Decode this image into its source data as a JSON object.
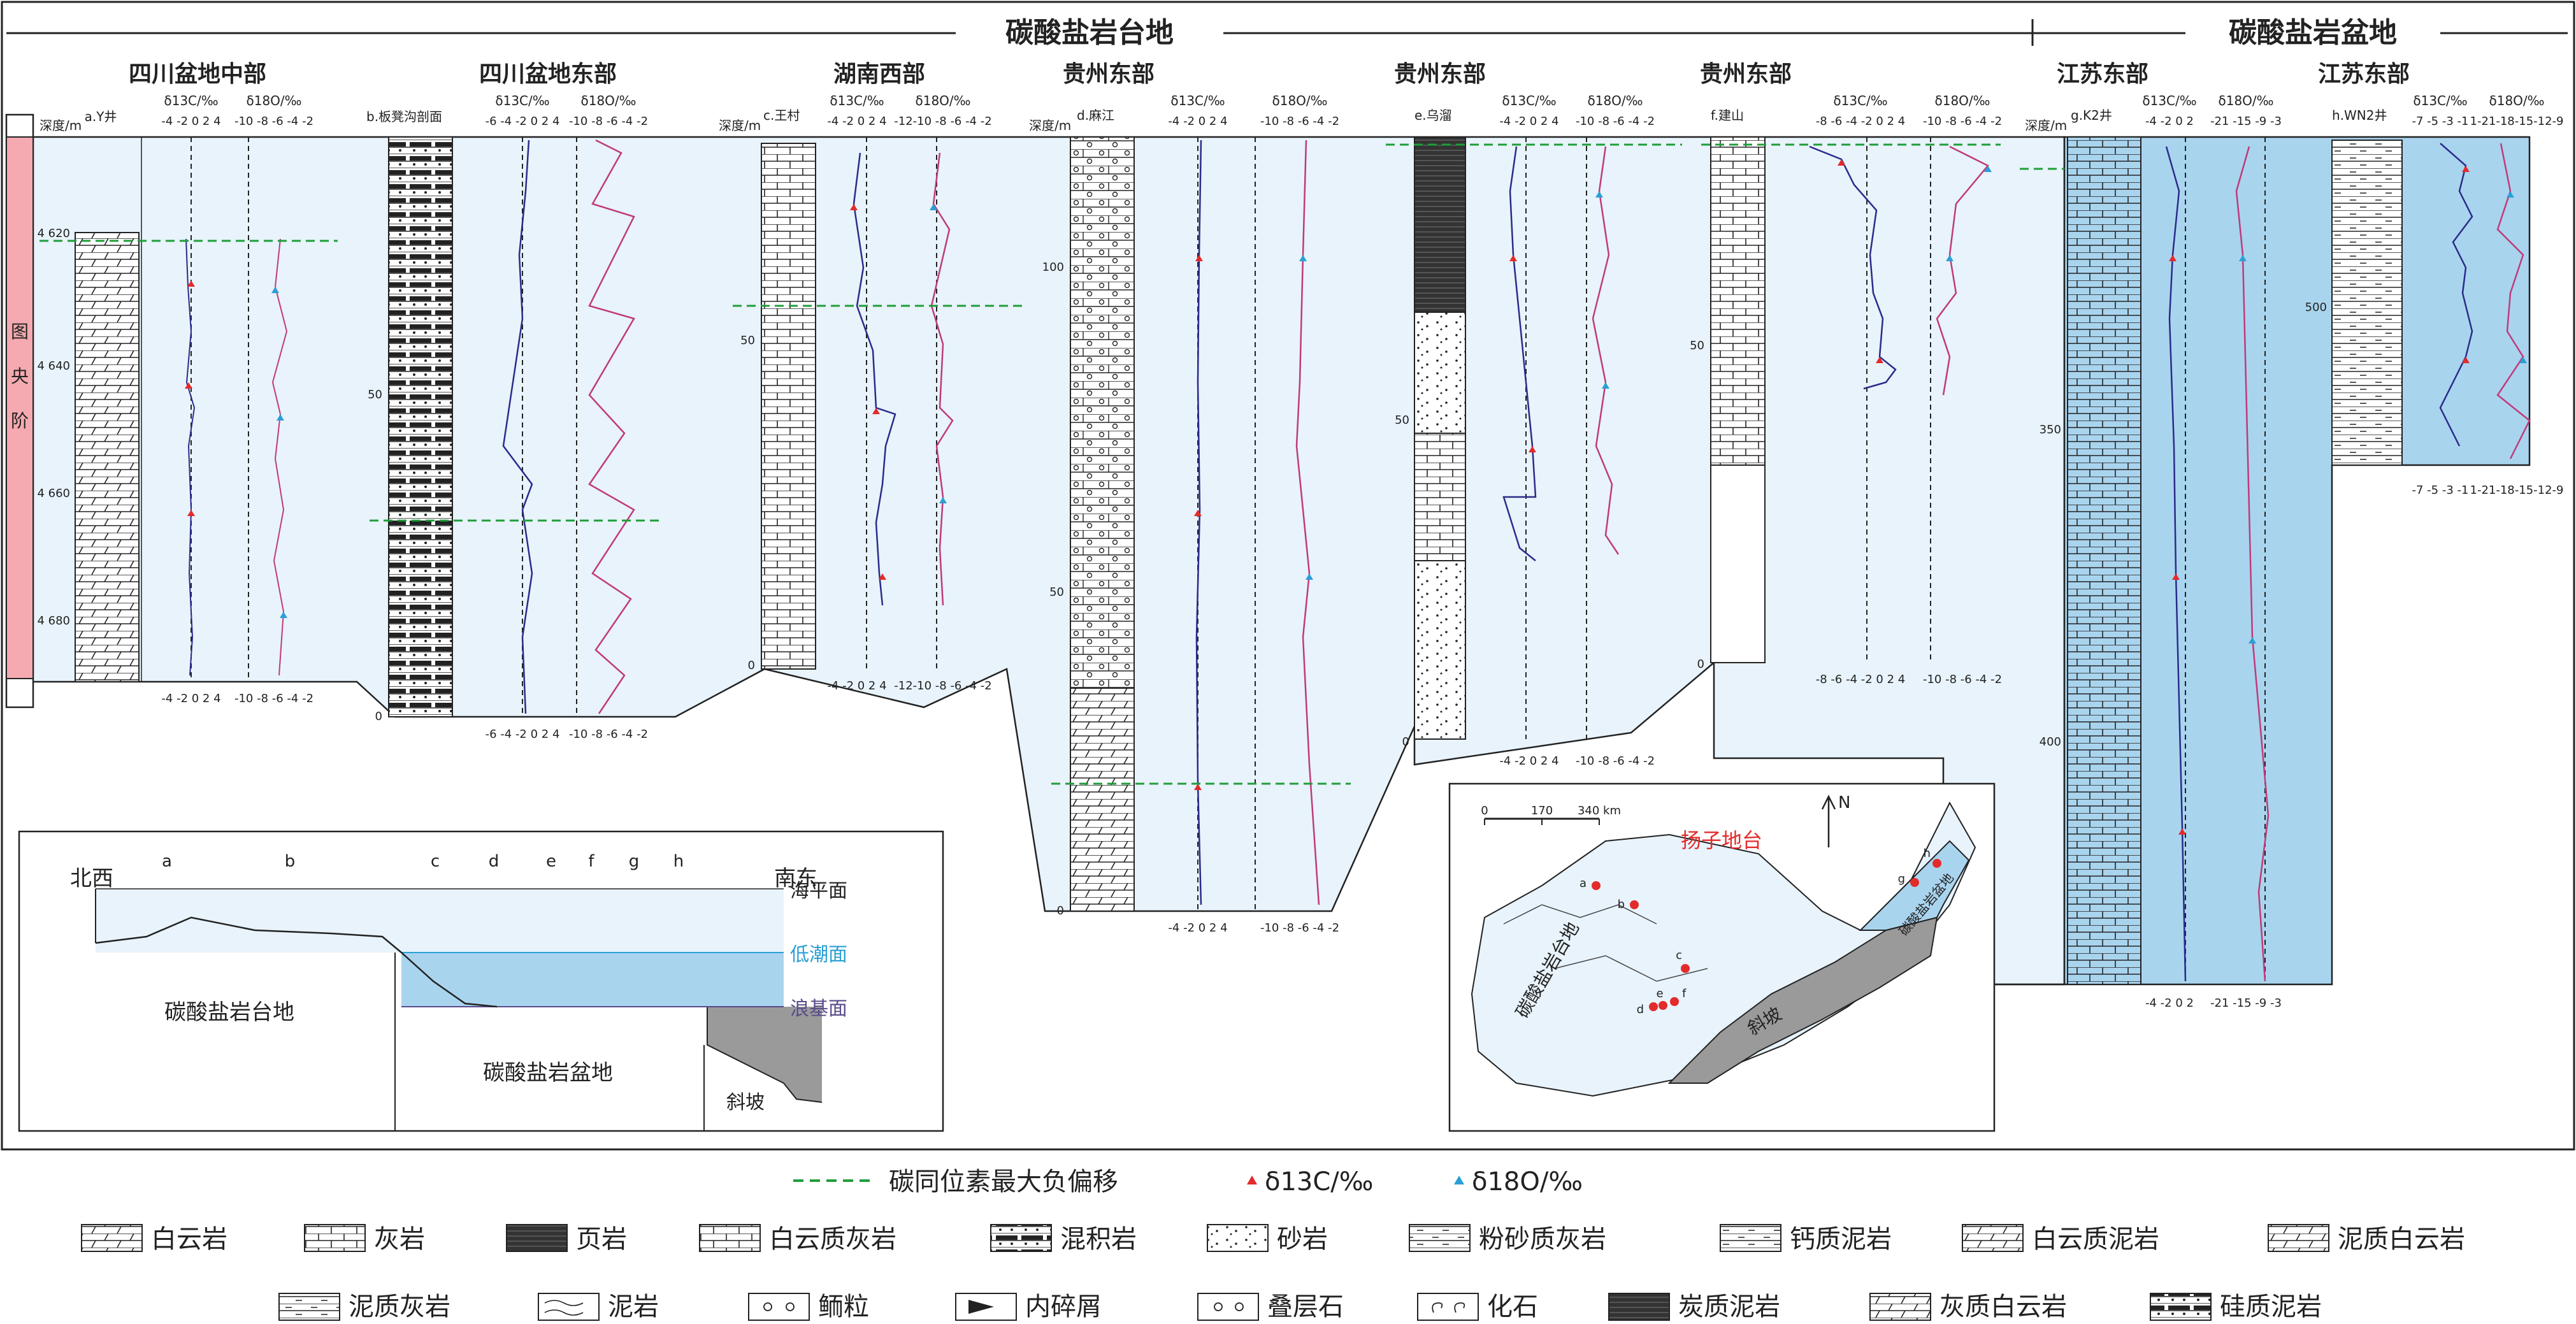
{
  "top_headers": {
    "platform": "碳酸盐岩台地",
    "basin": "碳酸盐岩盆地"
  },
  "sections": [
    {
      "region": "四川盆地中部",
      "code": "a.Y井"
    },
    {
      "region": "四川盆地东部",
      "code": "b.板凳沟剖面"
    },
    {
      "region": "湖南西部",
      "code": "c.王村"
    },
    {
      "region": "贵州东部",
      "code": "d.麻江"
    },
    {
      "region": "贵州东部",
      "code": "e.乌溜"
    },
    {
      "region": "贵州东部",
      "code": "f.建山"
    },
    {
      "region": "江苏东部",
      "code": "g.K2井"
    },
    {
      "region": "江苏东部",
      "code": "h.WN2井"
    }
  ],
  "axes": {
    "depth": "深度/m",
    "c13": "δ13C/‰",
    "o18": "δ18O/‰"
  },
  "stage": {
    "name": [
      "图",
      "央",
      "阶"
    ]
  },
  "depth_ticks": {
    "a": [
      "4 620",
      "4 640",
      "4 660",
      "4 680"
    ],
    "b": [
      "50",
      "0"
    ],
    "c": [
      "50",
      "0"
    ],
    "d": [
      "100",
      "50",
      "0"
    ],
    "e": [
      "50",
      "0"
    ],
    "f": [
      "50",
      "0"
    ],
    "g": [
      "350",
      "400"
    ],
    "h": [
      "500"
    ]
  },
  "scale_labels": {
    "c13_a": "-4 -2 0 2 4",
    "o18_a": "-10 -8 -6 -4 -2",
    "c13_b": "-6 -4 -2 0 2 4",
    "o18_b": "-10 -8 -6 -4 -2",
    "c13_c": "-4 -2 0 2 4",
    "o18_c": "-12-10 -8 -6 -4 -2",
    "c13_d": "-4 -2 0 2 4",
    "o18_d": "-10 -8 -6 -4 -2",
    "c13_e": "-4 -2 0 2 4",
    "o18_e": "-10 -8 -6 -4 -2",
    "c13_f": "-8 -6 -4 -2 0 2 4",
    "o18_f": "-10 -8 -6 -4 -2",
    "c13_g": "-4 -2 0 2",
    "o18_g": "-21 -15 -9 -3",
    "c13_h": "-7 -5 -3 -1",
    "o18_h": "1-21-18-15-12-9"
  },
  "profile_inset": {
    "nw": "北西",
    "se": "南东",
    "points": [
      "a",
      "b",
      "c",
      "d",
      "e",
      "f",
      "g",
      "h"
    ],
    "sea_level": "海平面",
    "low_tide": "低潮面",
    "wave_base": "浪基面",
    "platform": "碳酸盐岩台地",
    "basin": "碳酸盐岩盆地",
    "slope": "斜坡"
  },
  "map_inset": {
    "scale_ticks": [
      "0",
      "170",
      "340 km"
    ],
    "north": "N",
    "yangtze": "扬子地台",
    "platform": "碳酸盐岩台地",
    "slope": "斜坡",
    "basin": "碳酸盐岩盆地",
    "site_labels": [
      "a",
      "b",
      "c",
      "d",
      "e",
      "f",
      "g",
      "h"
    ]
  },
  "legend_top": {
    "shift": "碳同位素最大负偏移",
    "c13": "δ13C/‰",
    "o18": "δ18O/‰"
  },
  "legend_row1": [
    "白云岩",
    "灰岩",
    "页岩",
    "白云质灰岩",
    "混积岩",
    "砂岩",
    "粉砂质灰岩",
    "钙质泥岩",
    "白云质泥岩",
    "泥质白云岩"
  ],
  "legend_row2": [
    "泥质灰岩",
    "泥岩",
    "鲕粒",
    "内碎屑",
    "叠层石",
    "化石",
    "炭质泥岩",
    "灰质白云岩",
    "硅质泥岩"
  ],
  "colors": {
    "c13_marker": "#e32b2b",
    "o18_marker": "#2a9fd6",
    "c13_line": "#2b2b8a",
    "o18_line": "#c03a7a",
    "shift_line": "#1f9e3a",
    "platform_fill": "#e8f3fb",
    "basin_fill": "#a9d4ee",
    "slope_fill": "#9a9a9a",
    "stage_fill": "#f4aab0"
  }
}
